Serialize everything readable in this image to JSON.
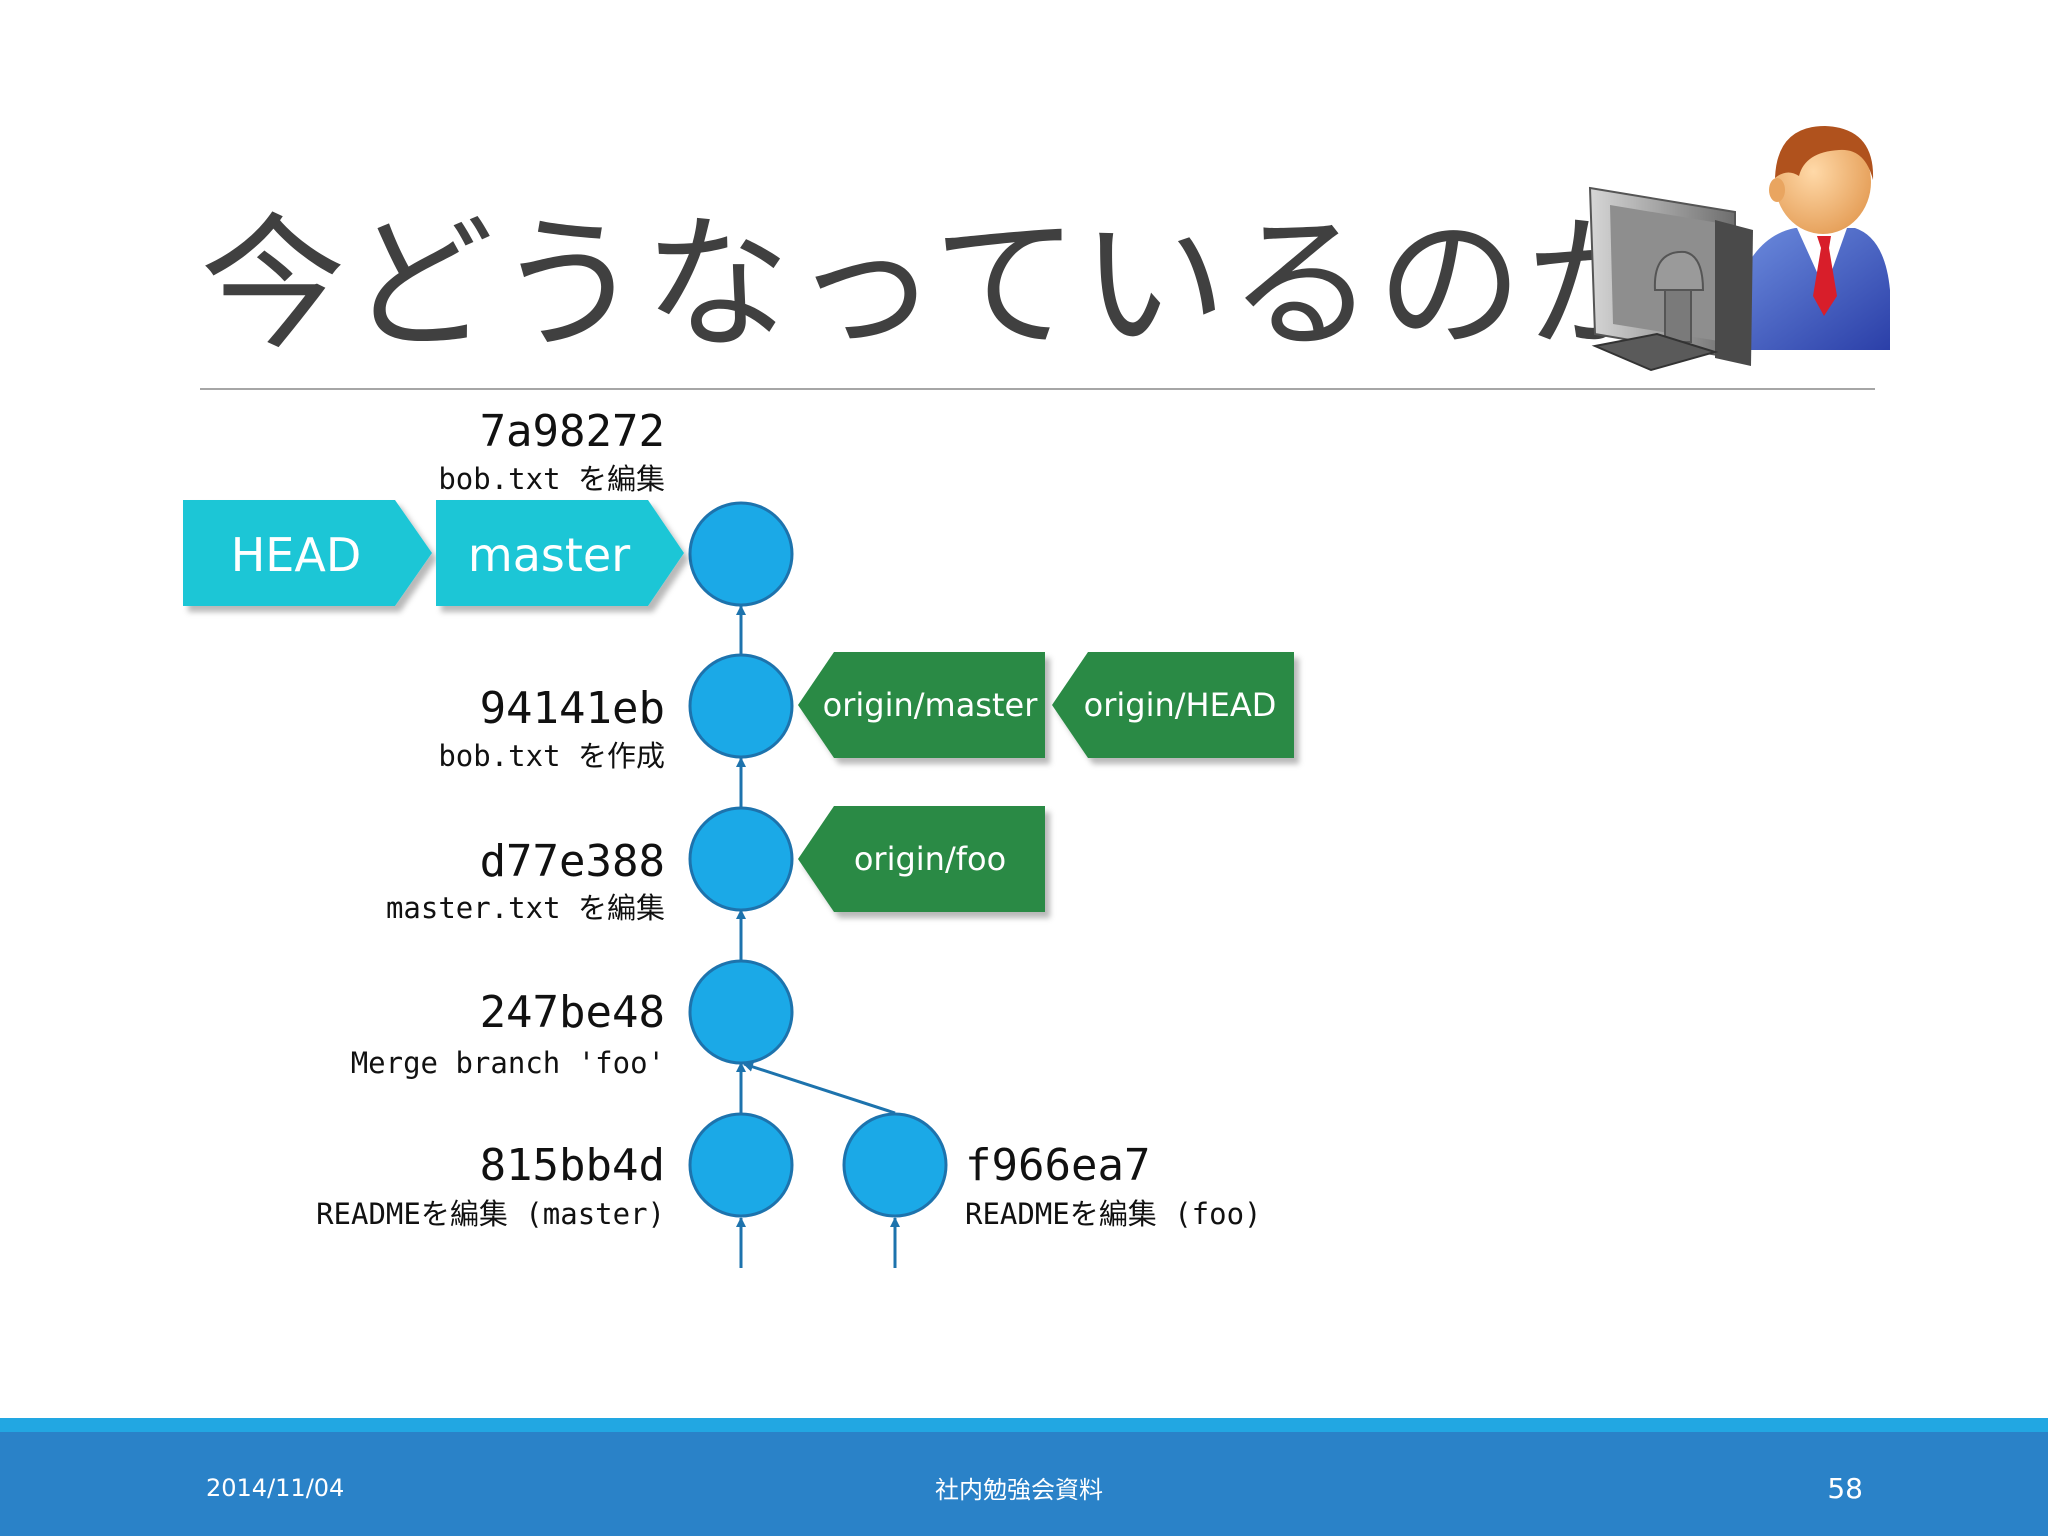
{
  "slide": {
    "title": "今どうなっているのか",
    "footer": {
      "date": "2014/11/04",
      "center": "社内勉強会資料",
      "page": "58"
    }
  },
  "colors": {
    "commit_fill": "#1ba9e7",
    "commit_stroke": "#1d73ad",
    "local_label": "#1fc6d6",
    "remote_label": "#2c8a45",
    "arrow": "#1d73ad",
    "footer": "#2a82c8"
  },
  "commits": [
    {
      "id": "7a98272",
      "message": "bob.txt を編集"
    },
    {
      "id": "94141eb",
      "message": "bob.txt を作成"
    },
    {
      "id": "d77e388",
      "message": "master.txt を編集"
    },
    {
      "id": "247be48",
      "message": "Merge branch 'foo'"
    },
    {
      "id": "815bb4d",
      "message": "READMEを編集 (master)"
    },
    {
      "id": "f966ea7",
      "message": "READMEを編集 (foo)"
    }
  ],
  "refs": {
    "head": "HEAD",
    "master": "master",
    "origin_master": "origin/master",
    "origin_head": "origin/HEAD",
    "origin_foo": "origin/foo"
  },
  "icons": {
    "user": "user-at-computer-icon"
  }
}
